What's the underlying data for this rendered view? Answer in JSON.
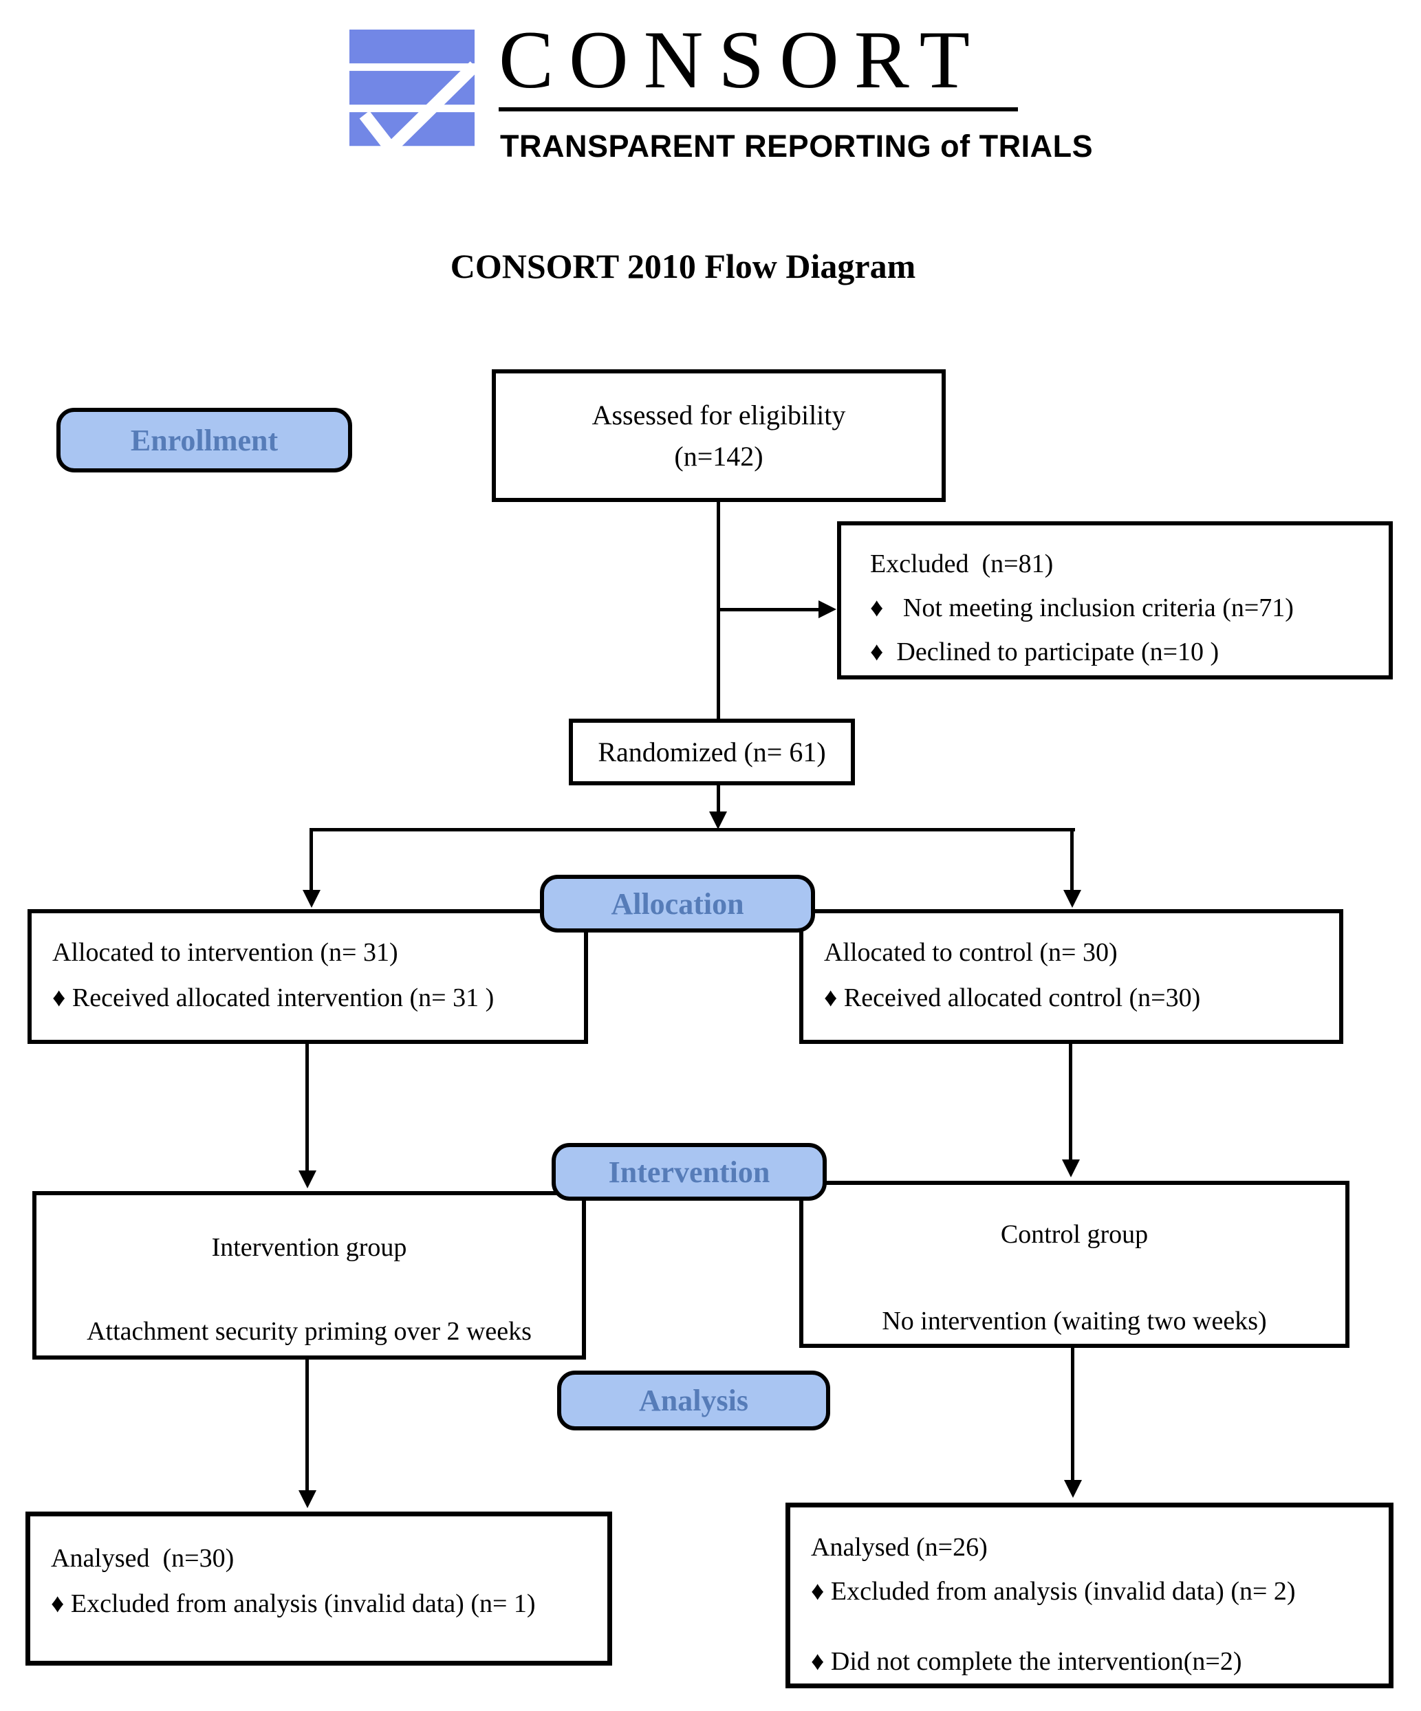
{
  "logo": {
    "brand": "CONSORT",
    "tagline": "TRANSPARENT REPORTING of TRIALS"
  },
  "title": "CONSORT 2010 Flow Diagram",
  "stage_labels": {
    "enrollment": "Enrollment",
    "allocation": "Allocation",
    "intervention": "Intervention",
    "analysis": "Analysis"
  },
  "boxes": {
    "assessed": {
      "line1": "Assessed for eligibility",
      "line2": "(n=142)"
    },
    "excluded": {
      "title": "Excluded  (n=81)",
      "bullets": [
        "♦   Not meeting inclusion criteria (n=71)",
        "♦  Declined to participate (n=10 )"
      ]
    },
    "randomized": {
      "line1": "Randomized (n= 61)"
    },
    "allocated_intervention": {
      "line1": "Allocated to intervention (n= 31)",
      "bullet1": "♦ Received allocated intervention (n= 31 )"
    },
    "allocated_control": {
      "line1": "Allocated to control (n= 30)",
      "bullet1": "♦ Received allocated control (n=30)"
    },
    "intervention_group": {
      "line1": "Intervention group",
      "line2": "Attachment security priming over 2 weeks"
    },
    "control_group": {
      "line1": "Control group",
      "line2": "No intervention (waiting two weeks)"
    },
    "analysed_intervention": {
      "title": "Analysed  (n=30)",
      "bullets": [
        "♦ Excluded from analysis (invalid data) (n= 1)"
      ]
    },
    "analysed_control": {
      "title": "Analysed (n=26)",
      "bullets": [
        "♦ Excluded from analysis (invalid data) (n= 2)",
        "♦ Did not complete the intervention(n=2)"
      ]
    }
  },
  "colors": {
    "logo_blue": "#7287E6",
    "label_fill": "#A9C5F2",
    "label_text": "#567CB8",
    "line_black": "#000000"
  }
}
